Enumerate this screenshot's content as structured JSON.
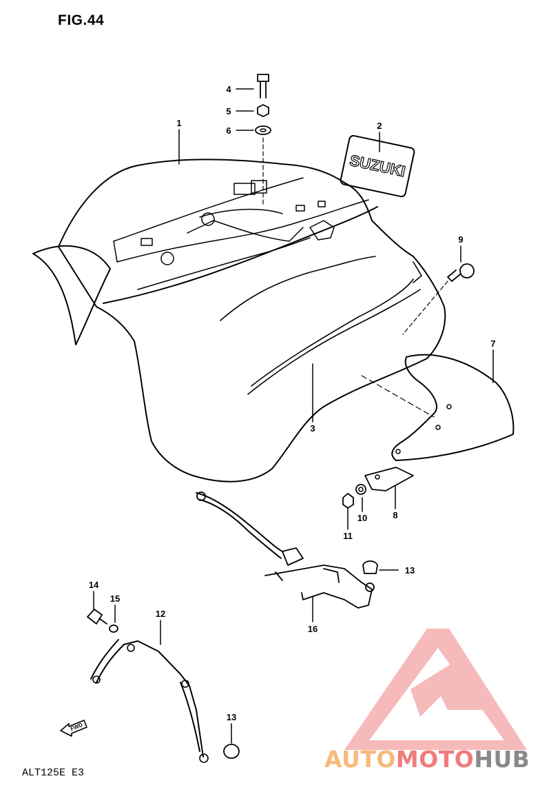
{
  "figure": {
    "title": "FIG.44",
    "model_code": "ALT125E E3"
  },
  "emblem": {
    "text": "SUZUKI"
  },
  "fwd_arrow": {
    "text": "FWD"
  },
  "callouts": [
    {
      "id": "c1",
      "label": "1"
    },
    {
      "id": "c2",
      "label": "2"
    },
    {
      "id": "c3",
      "label": "3"
    },
    {
      "id": "c4",
      "label": "4"
    },
    {
      "id": "c5",
      "label": "5"
    },
    {
      "id": "c6",
      "label": "6"
    },
    {
      "id": "c7",
      "label": "7"
    },
    {
      "id": "c8",
      "label": "8"
    },
    {
      "id": "c9",
      "label": "9"
    },
    {
      "id": "c10",
      "label": "10"
    },
    {
      "id": "c11",
      "label": "11"
    },
    {
      "id": "c12",
      "label": "12"
    },
    {
      "id": "c13a",
      "label": "13"
    },
    {
      "id": "c13b",
      "label": "13"
    },
    {
      "id": "c14",
      "label": "14"
    },
    {
      "id": "c15",
      "label": "15"
    },
    {
      "id": "c16",
      "label": "16"
    }
  ],
  "watermark": {
    "word1": "AUTO",
    "word2": "MOTO",
    "word3": "HUB",
    "color_light": "#f9b97a",
    "color_mid": "#f07c7c",
    "color_dark": "#8a8a8a"
  }
}
